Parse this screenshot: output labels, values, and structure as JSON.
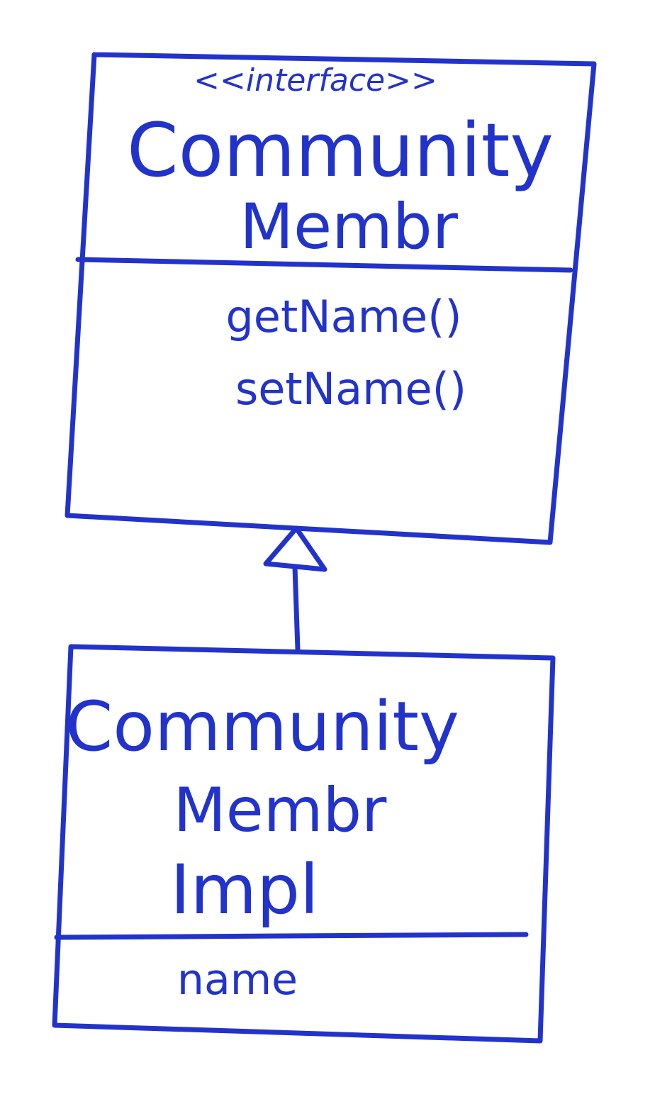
{
  "colors": {
    "ink": "#2233cc",
    "background": "#ffffff"
  },
  "interface_class": {
    "stereotype": "<<interface>>",
    "name_line1": "Community",
    "name_line2": "Membr",
    "methods": [
      "getName()",
      "setName()"
    ]
  },
  "impl_class": {
    "name_line1": "Community",
    "name_line2": "Membr",
    "name_line3": "Impl",
    "attributes": [
      "name"
    ]
  },
  "relationship": {
    "type": "realization",
    "icon": "hollow-triangle-arrow-icon"
  }
}
